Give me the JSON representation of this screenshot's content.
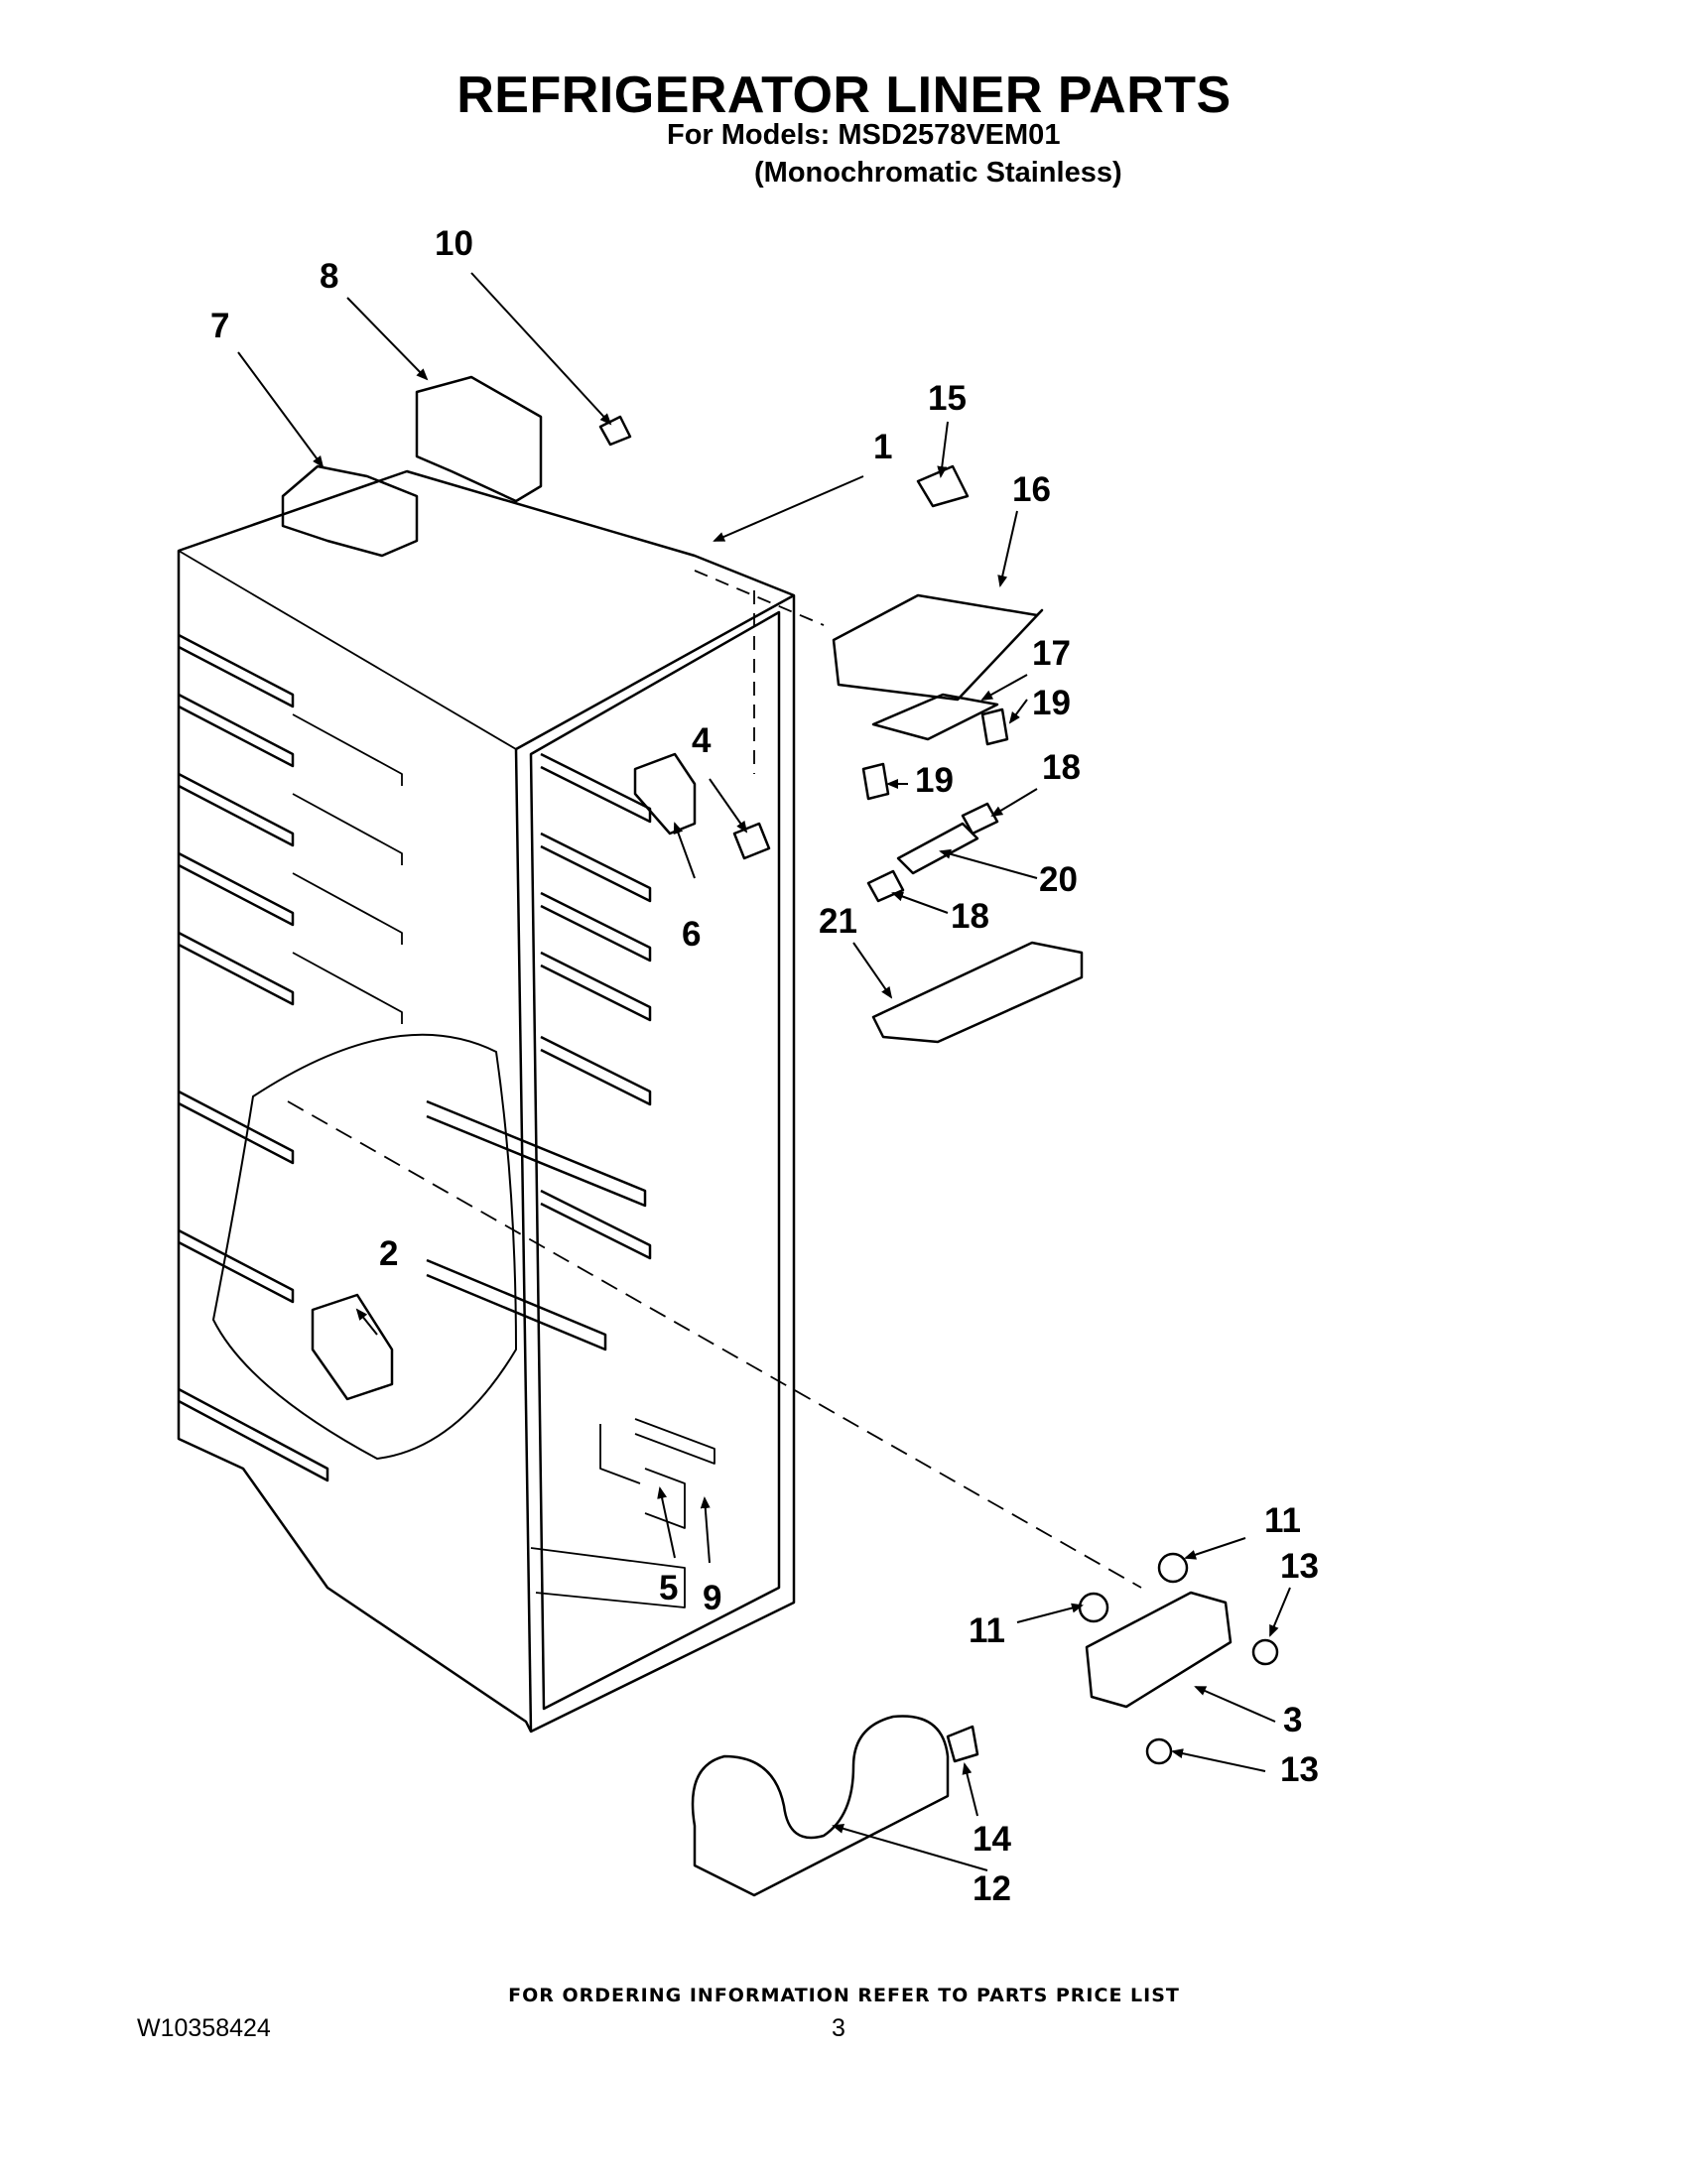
{
  "header": {
    "title": "REFRIGERATOR LINER PARTS",
    "models_line": "For Models: MSD2578VEM01",
    "variant_line": "(Monochromatic Stainless)"
  },
  "callouts": [
    "1",
    "2",
    "3",
    "4",
    "5",
    "6",
    "7",
    "8",
    "9",
    "10",
    "11",
    "11",
    "12",
    "13",
    "13",
    "14",
    "15",
    "16",
    "17",
    "18",
    "18",
    "19",
    "19",
    "20",
    "21"
  ],
  "footer": {
    "ordering_note": "FOR ORDERING INFORMATION REFER TO PARTS PRICE LIST",
    "doc_number": "W10358424",
    "page_number": "3"
  }
}
